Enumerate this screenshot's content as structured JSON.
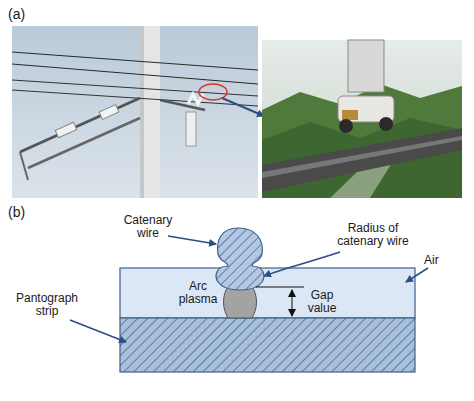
{
  "diagram": {
    "labels": [
      "(a)",
      "(b)",
      "Catenary wire",
      "Radius of catenary wire",
      "Arc plasma",
      "Air",
      "Gap value",
      "Pantograph strip"
    ]
  }
}
